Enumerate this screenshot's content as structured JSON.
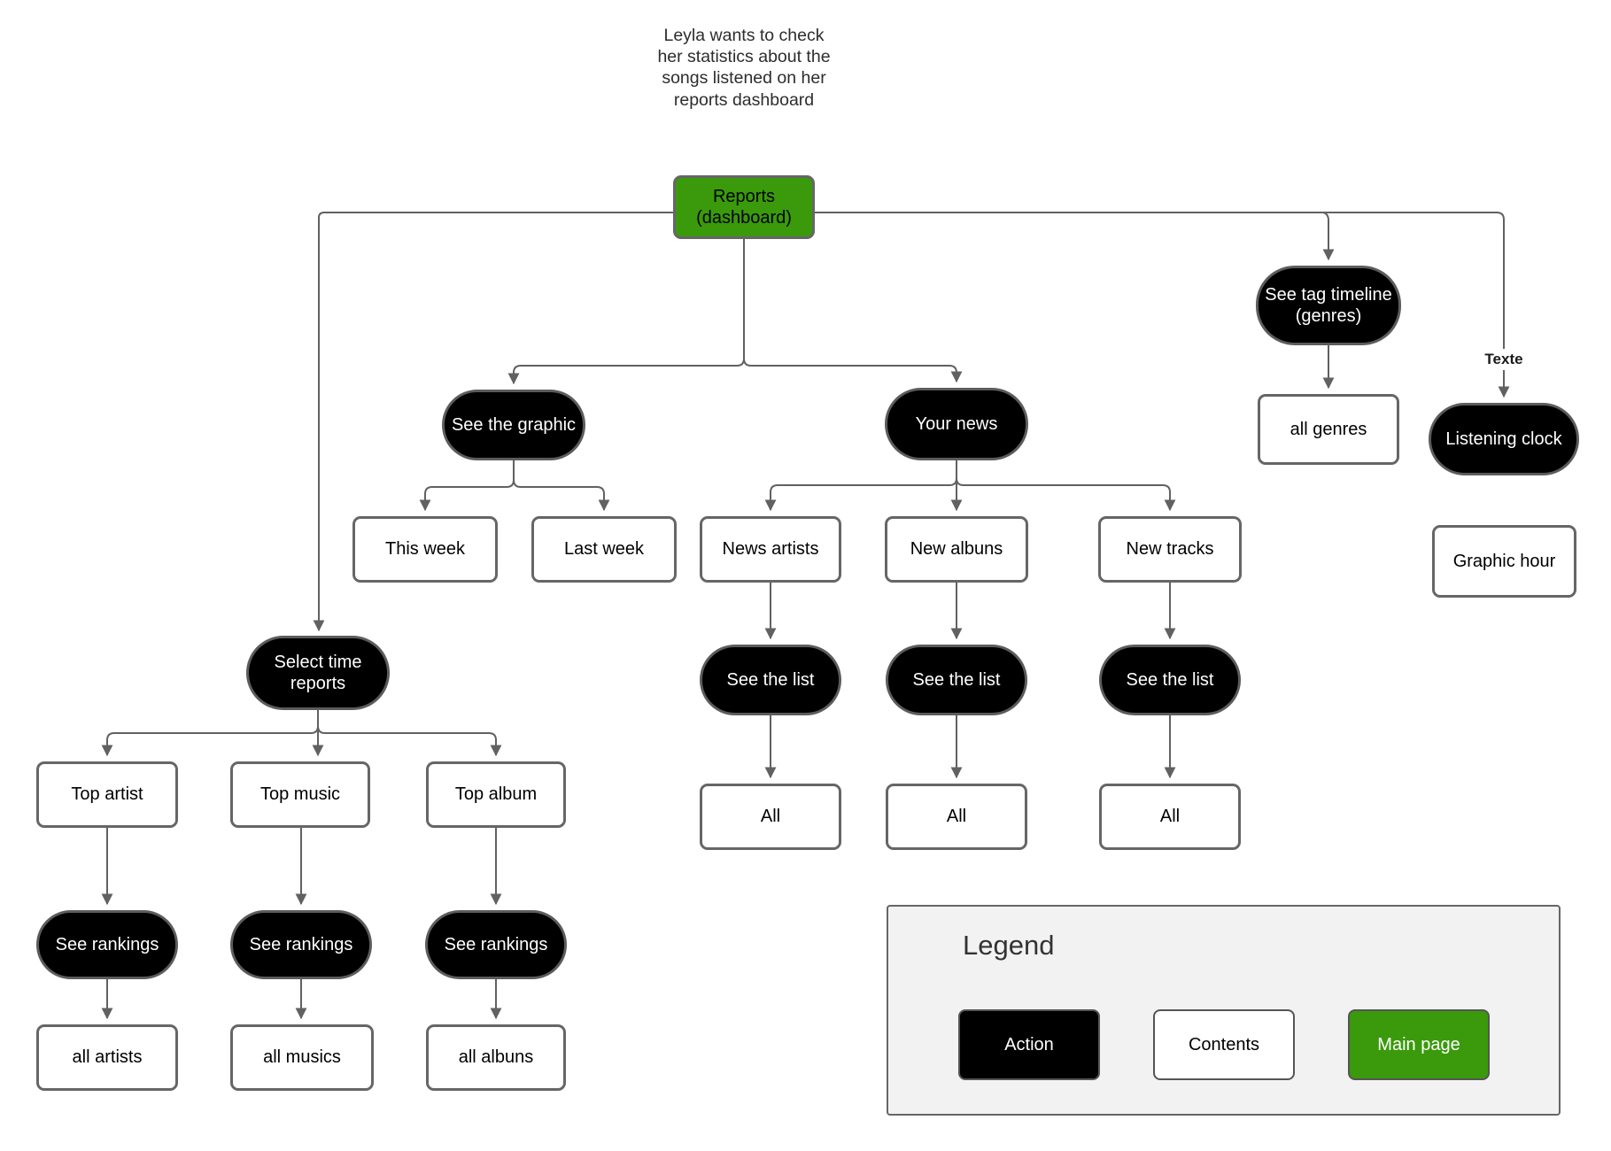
{
  "title": "Leyla wants to check\nher statistics about the\nsongs listened on her\nreports dashboard",
  "colors": {
    "action_black": "#000000",
    "contents_white": "#ffffff",
    "main_page_green": "#3a9a0b",
    "connector_gray": "#616161",
    "legend_panel_bg": "#f2f2f2"
  },
  "nodes": {
    "reports": "Reports (dashboard)",
    "see_tag_timeline": "See tag timeline (genres)",
    "all_genres": "all genres",
    "texte": "Texte",
    "listening_clock": "Listening clock",
    "graphic_hour": "Graphic hour",
    "see_the_graphic": "See the graphic",
    "this_week": "This week",
    "last_week": "Last week",
    "your_news": "Your news",
    "news_artists": "News artists",
    "new_albuns": "New albuns",
    "new_tracks": "New tracks",
    "see_the_list_1": "See the list",
    "see_the_list_2": "See the list",
    "see_the_list_3": "See the list",
    "all_1": "All",
    "all_2": "All",
    "all_3": "All",
    "select_time_reports": "Select time reports",
    "top_artist": "Top artist",
    "top_music": "Top music",
    "top_album": "Top album",
    "see_rankings_1": "See rankings",
    "see_rankings_2": "See rankings",
    "see_rankings_3": "See rankings",
    "all_artists": "all artists",
    "all_musics": "all musics",
    "all_albuns": "all albuns"
  },
  "legend": {
    "title": "Legend",
    "items": [
      {
        "label": "Action",
        "type": "action"
      },
      {
        "label": "Contents",
        "type": "contents"
      },
      {
        "label": "Main page",
        "type": "main-page"
      }
    ]
  }
}
